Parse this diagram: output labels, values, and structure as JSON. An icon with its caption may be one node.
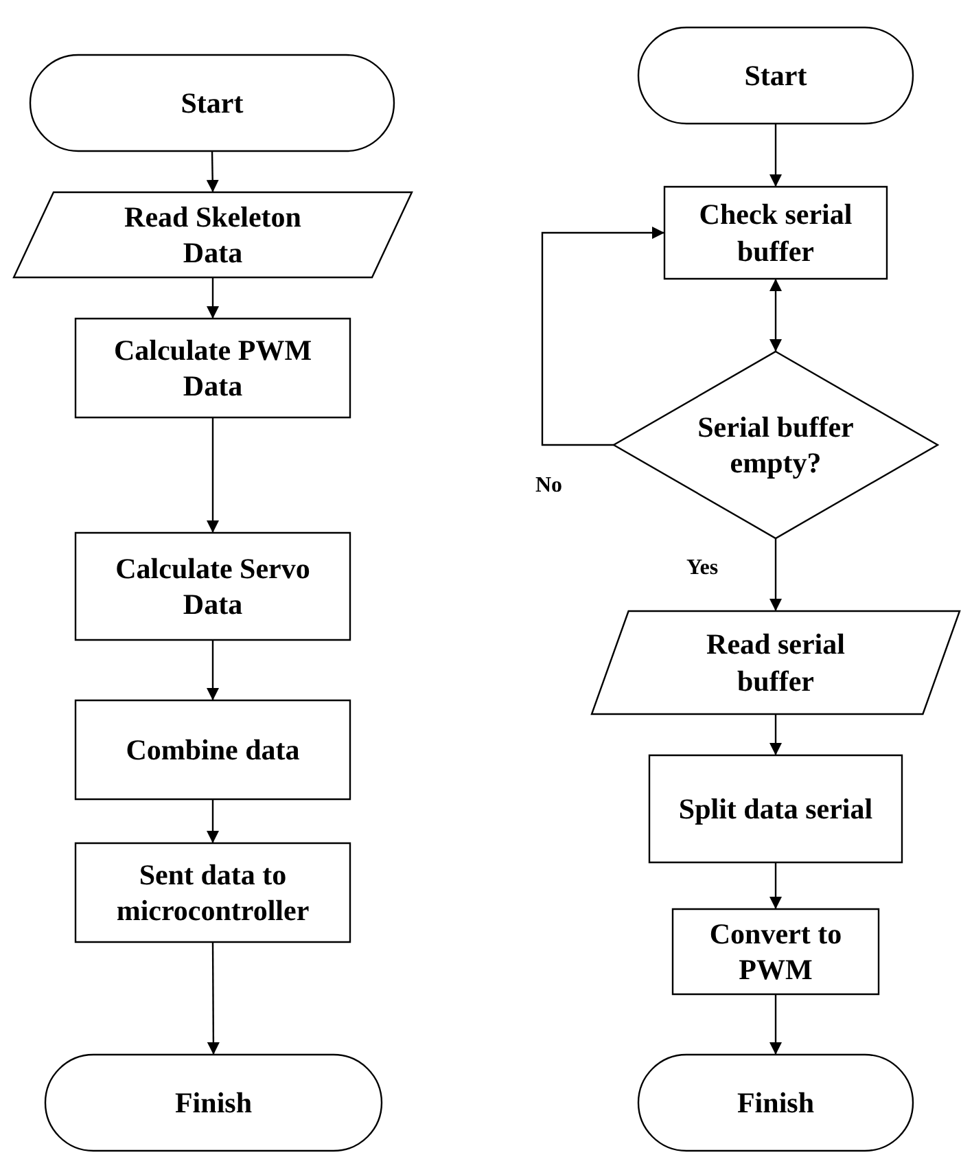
{
  "diagram": {
    "nodes": [
      {
        "text": [
          "Start"
        ]
      },
      {
        "text": [
          "Read Skeleton Data"
        ]
      },
      {
        "text": [
          "Calculate PWM Data"
        ]
      },
      {
        "text": [
          "Calculate Servo Data"
        ]
      },
      {
        "text": [
          "Combine data"
        ]
      },
      {
        "text": [
          "Sent data to microcontroller"
        ]
      },
      {
        "text": [
          "Finish"
        ]
      },
      {
        "text": [
          "Start"
        ]
      },
      {
        "text": [
          "Check serial buffer"
        ]
      },
      {
        "text": [
          "Serial buffer empty?"
        ]
      },
      {
        "text": [
          "Read serial buffer"
        ]
      },
      {
        "text": [
          "Split data serial"
        ]
      },
      {
        "text": [
          "Convert to PWM"
        ]
      },
      {
        "text": [
          "Finish"
        ]
      }
    ],
    "edges": [
      {
        "from": 0,
        "to": 1,
        "arrow": "to"
      },
      {
        "from": 1,
        "to": 2,
        "arrow": "to"
      },
      {
        "from": 2,
        "to": 3,
        "arrow": "to"
      },
      {
        "from": 3,
        "to": 4,
        "arrow": "to"
      },
      {
        "from": 4,
        "to": 5,
        "arrow": "to"
      },
      {
        "from": 5,
        "to": 6,
        "arrow": "to"
      },
      {
        "from": 7,
        "to": 8,
        "arrow": "to"
      },
      {
        "from": 8,
        "to": 9,
        "arrow": "both"
      },
      {
        "from": 9,
        "to": 8,
        "arrow": "to",
        "label": "No"
      },
      {
        "from": 9,
        "to": 10,
        "arrow": "to",
        "label": "Yes"
      },
      {
        "from": 10,
        "to": 11,
        "arrow": "to"
      },
      {
        "from": 11,
        "to": 12,
        "arrow": "to"
      },
      {
        "from": 12,
        "to": 13,
        "arrow": "to"
      }
    ]
  }
}
